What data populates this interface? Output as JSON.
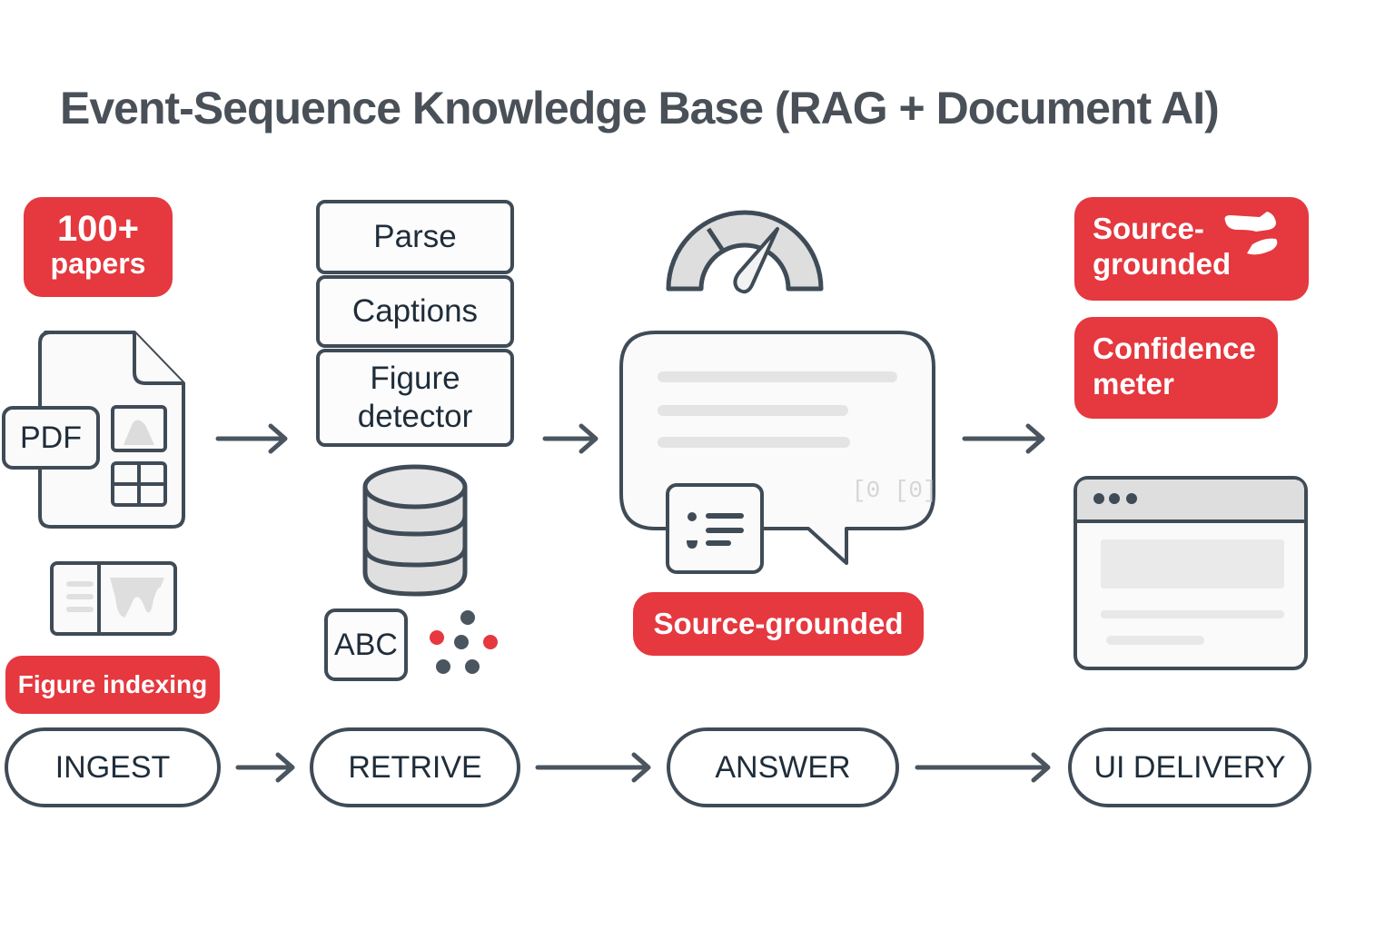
{
  "title": "Event-Sequence Knowledge Base (RAG + Document AI)",
  "colors": {
    "accent": "#e5383f",
    "stroke": "#3f4b56",
    "title": "#4a5058",
    "fill_light": "#e3e3e3"
  },
  "ingest": {
    "badge_line1": "100+",
    "badge_line2": "papers",
    "pdf_label": "PDF",
    "figure_badge": "Figure indexing",
    "icons": [
      "pdf-document-icon",
      "figure-index-icon"
    ]
  },
  "retrieve": {
    "stack": [
      "Parse",
      "Captions",
      "Figure detector"
    ],
    "abc_label": "ABC",
    "icons": [
      "database-icon",
      "embedding-dots-icon"
    ]
  },
  "answer": {
    "badge": "Source-grounded",
    "icons": [
      "confidence-gauge-icon",
      "chat-answer-icon",
      "citation-list-icon"
    ]
  },
  "delivery": {
    "badge1_line1": "Source-",
    "badge1_line2": "grounded",
    "badge2_line1": "Confidence",
    "badge2_line2": "meter",
    "icons": [
      "arrow-pointer-icon",
      "browser-window-icon"
    ]
  },
  "stages": [
    "INGEST",
    "RETRIVE",
    "ANSWER",
    "UI DELIVERY"
  ]
}
